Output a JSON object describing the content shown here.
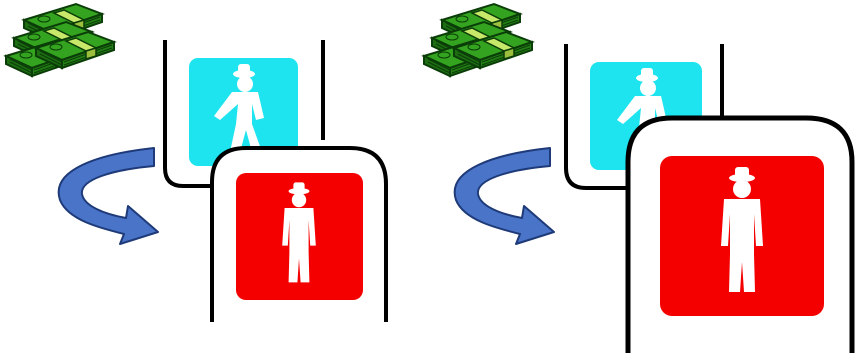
{
  "scenes": [
    {
      "id": "scene-a",
      "money_icon": "money-stack-icon",
      "top_signal": {
        "state": "walk",
        "icon": "walking-person-icon",
        "color": "#1ee4f0"
      },
      "bottom_signal": {
        "state": "stop",
        "icon": "standing-person-icon",
        "color": "#f50000"
      },
      "arrow_icon": "curved-arrow-icon",
      "arrow_color": "#4a74c8",
      "frame_color": "#000000"
    },
    {
      "id": "scene-b",
      "money_icon": "money-stack-icon",
      "top_signal": {
        "state": "walk",
        "icon": "walking-person-icon",
        "color": "#1ee4f0"
      },
      "bottom_signal": {
        "state": "stop",
        "icon": "standing-person-icon",
        "color": "#f50000"
      },
      "arrow_icon": "curved-arrow-icon",
      "arrow_color": "#4a74c8",
      "frame_color": "#000000"
    }
  ],
  "colors": {
    "money_green": "#2e9e1a",
    "money_dark": "#0b3d08",
    "band": "#c8e86a"
  }
}
